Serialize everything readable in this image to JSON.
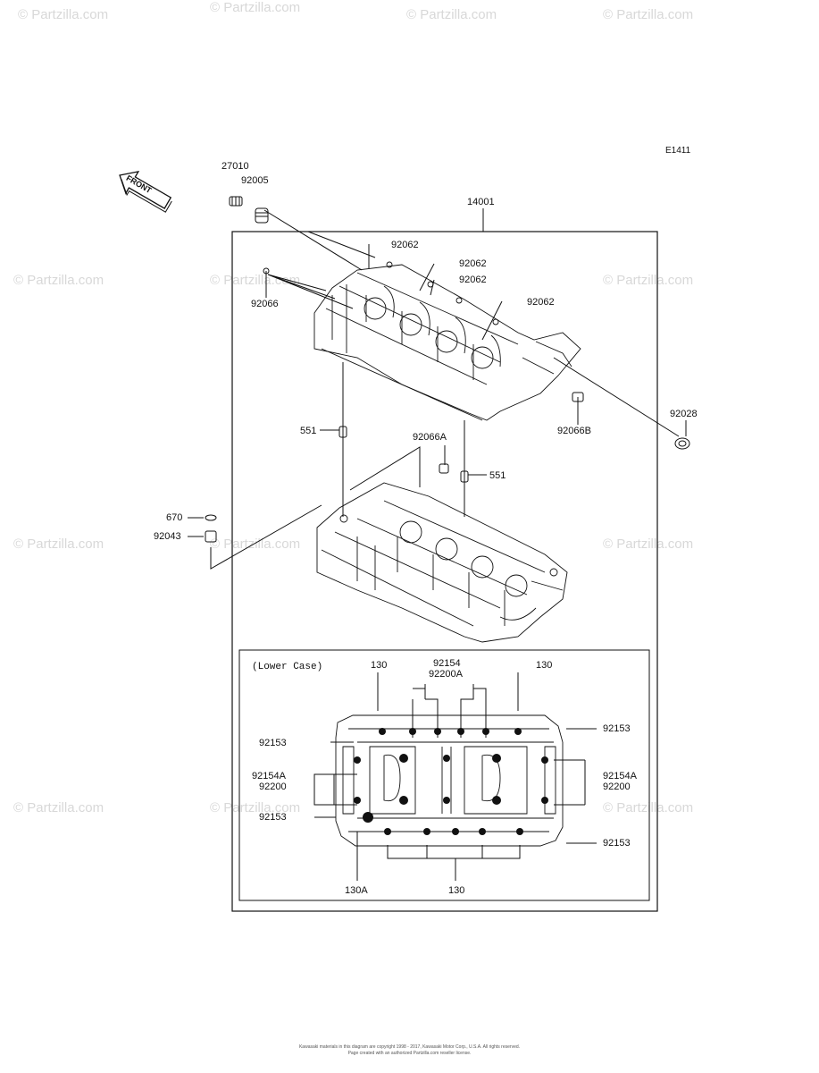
{
  "diagram": {
    "code": "E1411",
    "front_label": "FRONT",
    "inset_title": "(Lower Case)",
    "watermark": "© Partzilla.com",
    "footer": [
      "Kawasaki materials in this diagram are copyright 1998 - 2017, Kawasaki Motor Corp., U.S.A. All rights reserved.",
      "Page created with an authorized Partzilla.com reseller license."
    ]
  },
  "labels": {
    "l27010": "27010",
    "l92005": "92005",
    "l14001": "14001",
    "l92062a": "92062",
    "l92062b": "92062",
    "l92062c": "92062",
    "l92062d": "92062",
    "l92066": "92066",
    "l92028": "92028",
    "l92066b": "92066B",
    "l551a": "551",
    "l92066a": "92066A",
    "l551b": "551",
    "l670": "670",
    "l92043": "92043",
    "i130a": "130",
    "i92154": "92154",
    "i92200a": "92200A",
    "i130b": "130",
    "i92153a": "92153",
    "i92153b": "92153",
    "i92154al": "92154A",
    "i92200l": "92200",
    "i92154ar": "92154A",
    "i92200r": "92200",
    "i92153c": "92153",
    "i92153d": "92153",
    "i130aa": "130A",
    "i130c": "130"
  }
}
